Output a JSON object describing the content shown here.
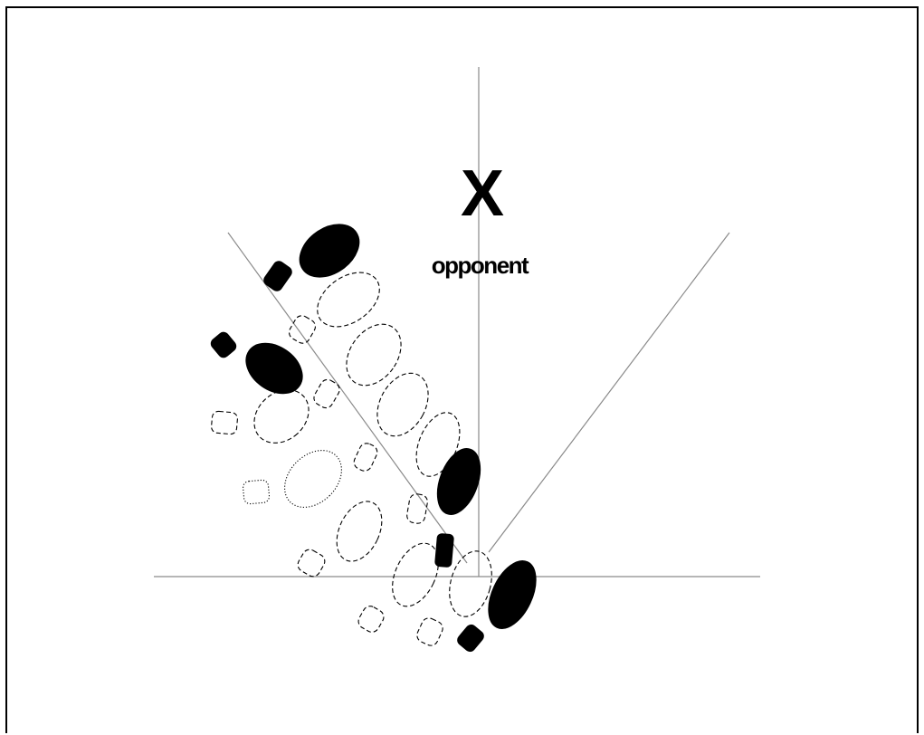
{
  "diagram": {
    "opponent_marker": "X",
    "opponent_label": "opponent",
    "colors": {
      "frame": "#000000",
      "guide_lines": "#8a8a8a",
      "footprint_fill": "#000000",
      "footprint_outline": "#000000"
    },
    "footprint_styles": [
      "solid",
      "dashed",
      "dotted"
    ]
  }
}
